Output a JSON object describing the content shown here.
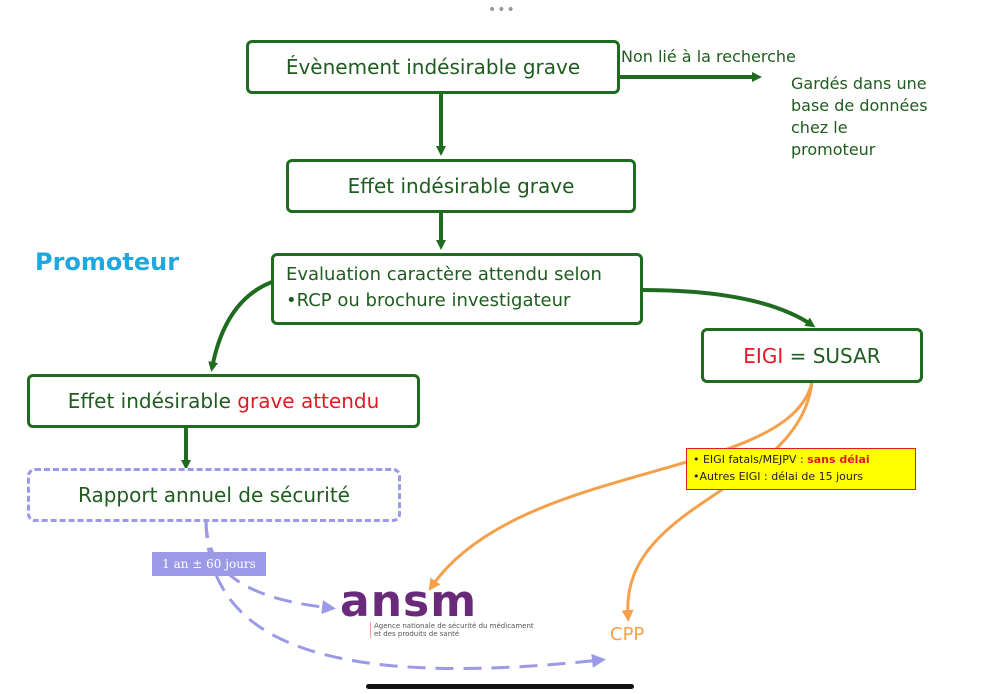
{
  "header": {
    "dots": "•••"
  },
  "boxes": {
    "eig": "Évènement indésirable grave",
    "eig_effet": "Effet indésirable grave",
    "evaluation_line1": "Evaluation caractère attendu selon",
    "evaluation_line2": "•RCP ou brochure investigateur",
    "attendu_prefix": "Effet indésirable ",
    "attendu_suffix": "grave attendu",
    "eigi_prefix": "EIGI",
    "eigi_suffix": " = SUSAR",
    "rapport": "Rapport annuel de sécurité"
  },
  "labels": {
    "non_lie": "Non lié à la recherche",
    "gardes": [
      "Gardés dans une",
      "base de données",
      "chez le",
      "promoteur"
    ],
    "promoteur": "Promoteur",
    "pill": "1 an ± 60 jours",
    "cpp": "CPP"
  },
  "deadline": {
    "line1_prefix": "• EIGI fatals/MEJPV : ",
    "line1_highlight": "sans délai",
    "line2": "•Autres EIGI : délai de 15 jours"
  },
  "logo": {
    "word": "ansm",
    "subtitle": "Agence nationale de sécurité du médicament et des produits de santé"
  },
  "colors": {
    "green": "#1f6b1f",
    "red": "#e01b24",
    "blue_title": "#1fa8e0",
    "lavender": "#9a9ae6",
    "orange": "#f5a04a",
    "yellow": "#ffff00"
  }
}
